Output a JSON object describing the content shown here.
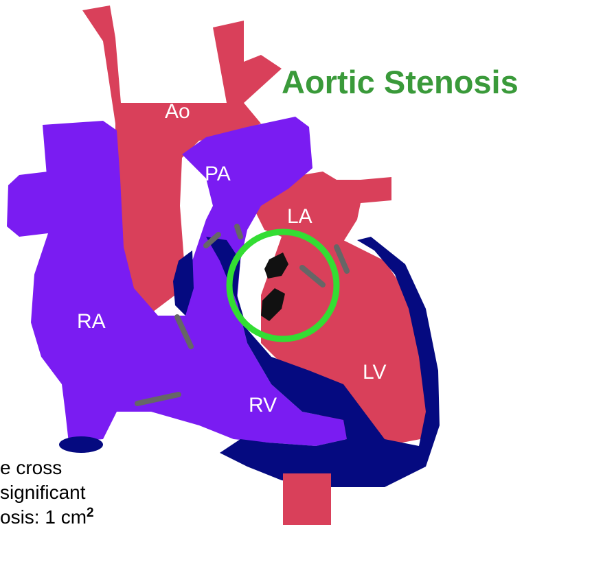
{
  "title": "Aortic Stenosis",
  "chamber_labels": {
    "aorta": "Ao",
    "pulmonary_artery": "PA",
    "left_atrium": "LA",
    "right_atrium": "RA",
    "right_ventricle": "RV",
    "left_ventricle": "LV"
  },
  "caption_lines": [
    "e cross",
    "significant",
    "osis:  1 cm"
  ],
  "caption_superscript": "2",
  "colors": {
    "oxygenated": "#d9405a",
    "deoxygenated": "#7a1cf2",
    "muscle": "#050a80",
    "valve": "#111111",
    "highlight": "#33dd33",
    "title": "#3a9a3a"
  }
}
